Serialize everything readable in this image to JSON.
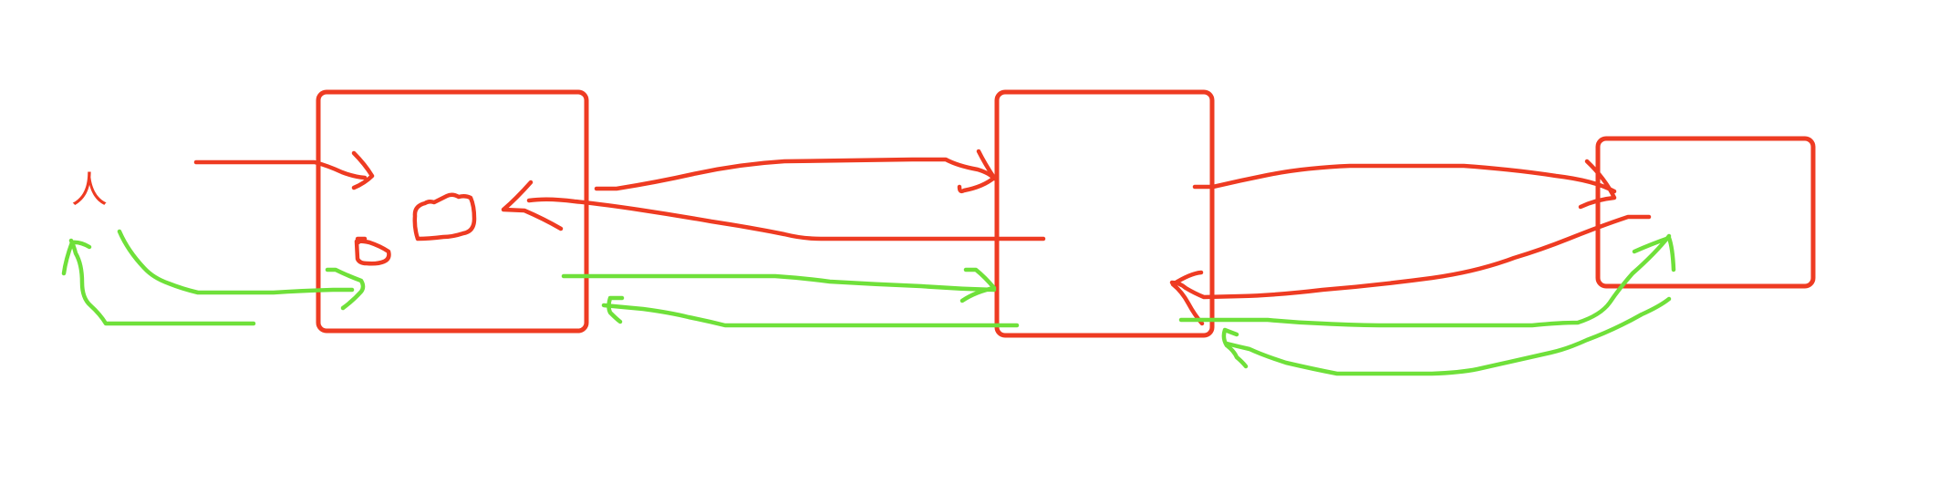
{
  "canvas": {
    "background": "#ffffff"
  },
  "colors": {
    "red": "#ee3b22",
    "green": "#6fe03a"
  },
  "labels": {
    "person": "人"
  },
  "nodes": [
    {
      "id": "box-left",
      "color": "red"
    },
    {
      "id": "box-middle",
      "color": "red"
    },
    {
      "id": "box-right",
      "color": "red"
    }
  ],
  "icons": [
    "cloud-icon",
    "small-box-icon"
  ]
}
